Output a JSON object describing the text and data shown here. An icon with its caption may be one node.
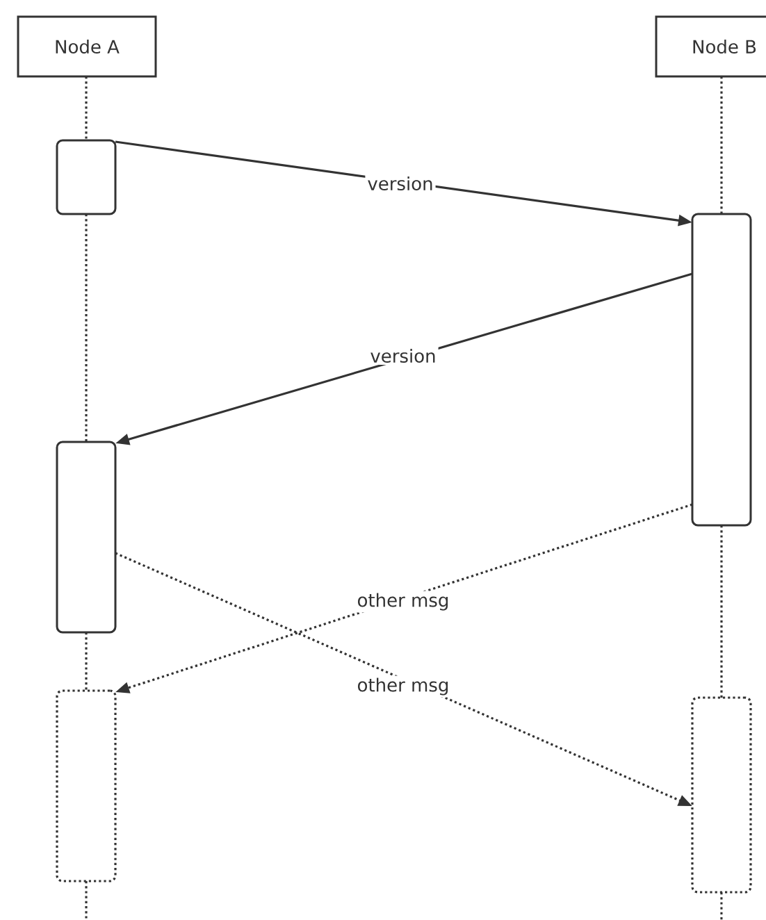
{
  "diagram": {
    "nodes": [
      {
        "text": [
          "Node A"
        ]
      },
      {
        "text": [
          "Node B"
        ]
      },
      {
        "text": [],
        "shape": "box"
      },
      {
        "text": [],
        "shape": "box"
      },
      {
        "text": [],
        "shape": "box"
      },
      {
        "text": [],
        "shape": "box"
      },
      {
        "text": [],
        "shape": "box"
      }
    ],
    "edges": [
      {
        "from": 2,
        "to": 3,
        "arrow": "to",
        "label": "version"
      },
      {
        "from": 3,
        "to": 4,
        "arrow": "to",
        "label": "version"
      },
      {
        "from": 3,
        "to": 5,
        "arrow": "to",
        "label": "other msg",
        "style": "dashed"
      },
      {
        "from": 4,
        "to": 6,
        "arrow": "to",
        "label": "other msg",
        "style": "dashed"
      },
      {
        "from": 0,
        "to": 2,
        "arrow": "none",
        "style": "dashed"
      },
      {
        "from": 2,
        "to": 4,
        "arrow": "none",
        "style": "dashed"
      },
      {
        "from": 4,
        "to": 5,
        "arrow": "none",
        "style": "dashed"
      },
      {
        "from": 5,
        "to": null,
        "arrow": "none",
        "style": "dashed"
      },
      {
        "from": 1,
        "to": 3,
        "arrow": "none",
        "style": "dashed"
      },
      {
        "from": 3,
        "to": 6,
        "arrow": "none",
        "style": "dashed"
      },
      {
        "from": 6,
        "to": null,
        "arrow": "none",
        "style": "dashed"
      }
    ]
  }
}
